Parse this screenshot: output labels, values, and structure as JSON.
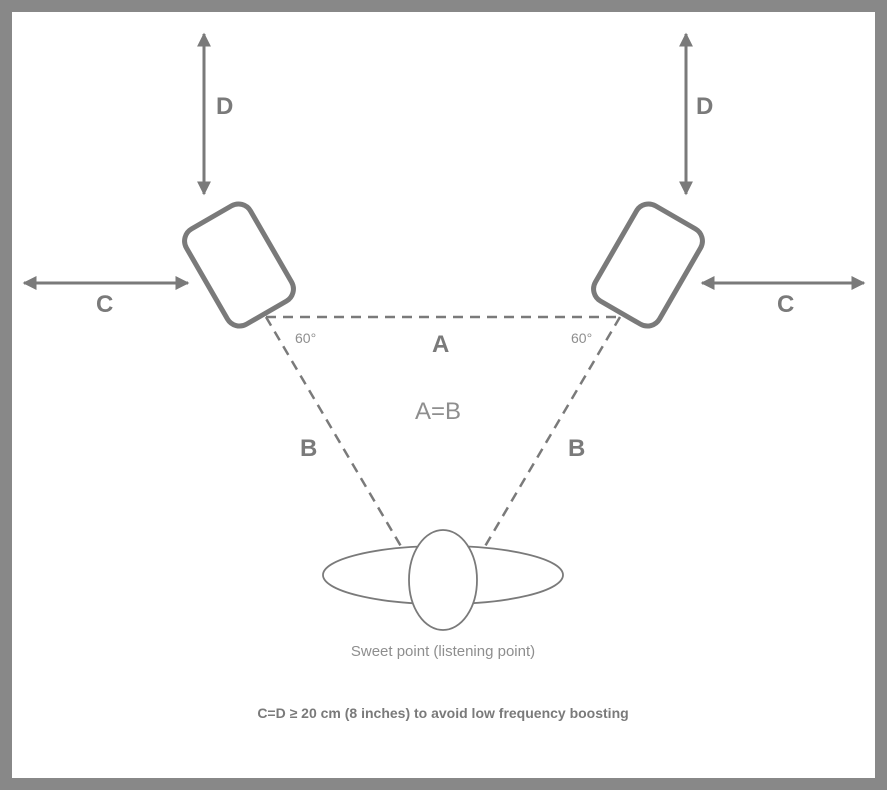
{
  "labels": {
    "d_left": "D",
    "d_right": "D",
    "c_left": "C",
    "c_right": "C",
    "a": "A",
    "b_left": "B",
    "b_right": "B",
    "angle_left": "60°",
    "angle_right": "60°",
    "equality": "A=B",
    "sweet_point": "Sweet point (listening point)",
    "footnote": "C=D ≥ 20 cm (8 inches) to avoid low frequency boosting"
  },
  "colors": {
    "frame": "#888888",
    "stroke": "#7a7a7a",
    "text": "#7a7a7a",
    "background": "#ffffff"
  }
}
